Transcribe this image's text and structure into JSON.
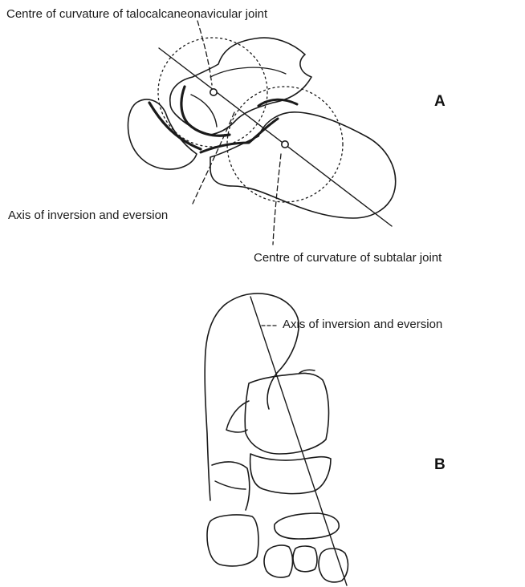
{
  "panel_a": {
    "letter": "A",
    "label_tcn_centre": "Centre of curvature of talocalcaneonavicular joint",
    "label_axis": "Axis of inversion and eversion",
    "label_subtalar_centre": "Centre of curvature of subtalar joint"
  },
  "panel_b": {
    "letter": "B",
    "label_axis": "Axis of inversion and eversion"
  },
  "colors": {
    "ink": "#1a1a1a",
    "background": "#ffffff"
  }
}
